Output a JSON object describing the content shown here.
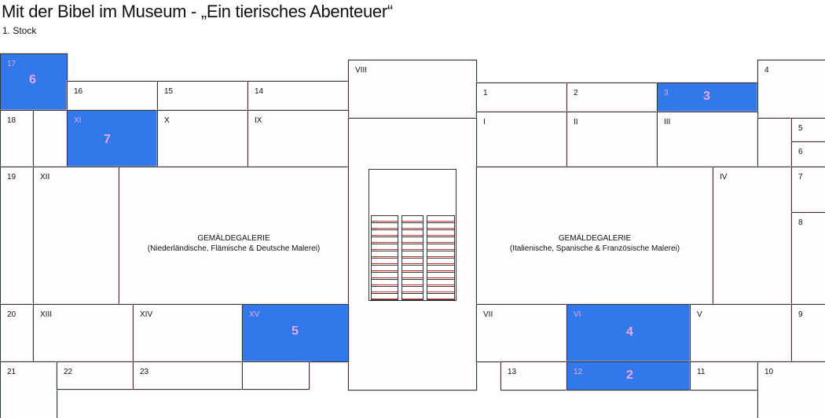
{
  "title": "Mit der Bibel im Museum - „Ein tierisches Abenteuer“",
  "floor": "1.  Stock",
  "highlight_color": "#3179ea",
  "rooms": {
    "r17": "17",
    "r16": "16",
    "r15": "15",
    "r14": "14",
    "rVIII": "VIII",
    "r1": "1",
    "r2": "2",
    "r3": "3",
    "r4": "4",
    "r18": "18",
    "rXI": "XI",
    "rX": "X",
    "rIX": "IX",
    "rI": "I",
    "rII": "II",
    "rIII": "III",
    "r5": "5",
    "r6": "6",
    "r19": "19",
    "rXII": "XII",
    "rIV": "IV",
    "r7": "7",
    "r8": "8",
    "r20": "20",
    "rXIII": "XIII",
    "rXIV": "XIV",
    "rXV": "XV",
    "rVII": "VII",
    "rVI": "VI",
    "rV": "V",
    "r9": "9",
    "r21": "21",
    "r22": "22",
    "r23": "23",
    "r13": "13",
    "r12": "12",
    "r11": "11",
    "r10": "10"
  },
  "stations": {
    "s6": "6",
    "s7": "7",
    "s3": "3",
    "s5": "5",
    "s4": "4",
    "s2": "2"
  },
  "galleries": {
    "left_title": "GEMÄLDEGALERIE",
    "left_sub": "(Niederländische, Flämische & Deutsche Malerei)",
    "right_title": "GEMÄLDEGALERIE",
    "right_sub": "(Italienische, Spanische & Französische Malerei)"
  }
}
